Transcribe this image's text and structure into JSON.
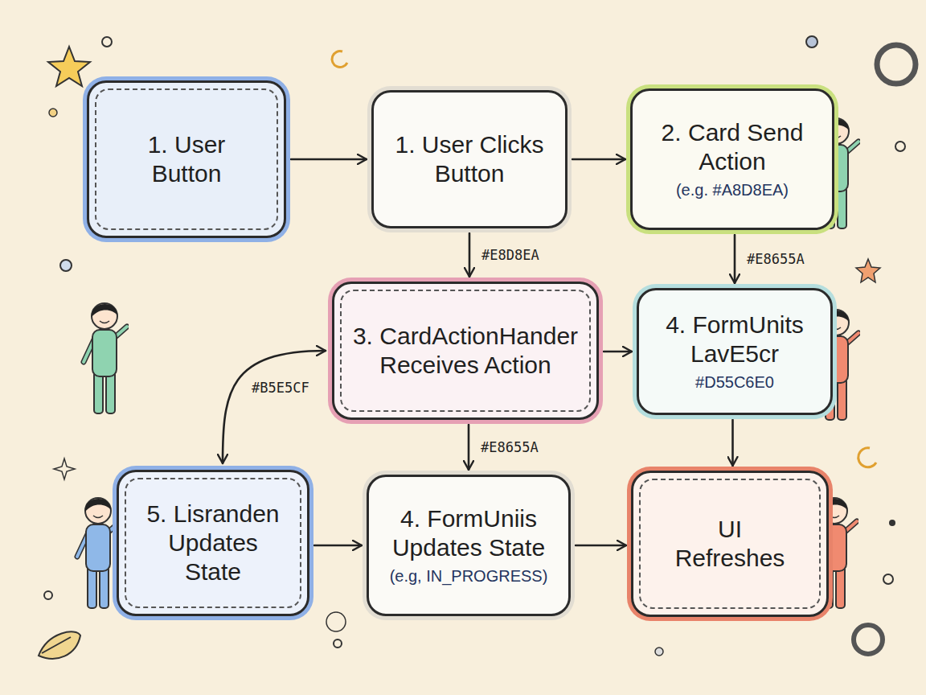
{
  "diagram": {
    "nodes": [
      {
        "text": [
          "1. User Button"
        ]
      },
      {
        "text": [
          "1. User Clicks Button"
        ]
      },
      {
        "text": [
          "2. Card Send Action",
          "(e.g. #A8D8EA)"
        ]
      },
      {
        "text": [
          "3. CardActionHander Receives Action"
        ]
      },
      {
        "text": [
          "4. FormUnits LavE5cr",
          "#D55C6E0"
        ]
      },
      {
        "text": [
          "5. Lisranden Updates State"
        ]
      },
      {
        "text": [
          "4. FormUniis Updates State",
          "(e.g, IN_PROGRESS)"
        ]
      },
      {
        "text": [
          "UI Refreshes"
        ]
      }
    ],
    "edges": [
      {
        "from": 0,
        "to": 1,
        "arrow": "to"
      },
      {
        "from": 1,
        "to": 2,
        "arrow": "to"
      },
      {
        "from": 1,
        "to": 3,
        "label": "#E8D8EA",
        "arrow": "to"
      },
      {
        "from": 2,
        "to": 4,
        "label": "#E8655A",
        "arrow": "to"
      },
      {
        "from": 3,
        "to": 4,
        "arrow": "to"
      },
      {
        "from": 3,
        "to": 5,
        "label": "#B5E5CF",
        "arrow": "both"
      },
      {
        "from": 3,
        "to": 6,
        "label": "#E8655A",
        "arrow": "to"
      },
      {
        "from": 4,
        "to": 7,
        "arrow": "to"
      },
      {
        "from": 5,
        "to": 6,
        "arrow": "to"
      },
      {
        "from": 6,
        "to": 7,
        "arrow": "to"
      }
    ]
  }
}
